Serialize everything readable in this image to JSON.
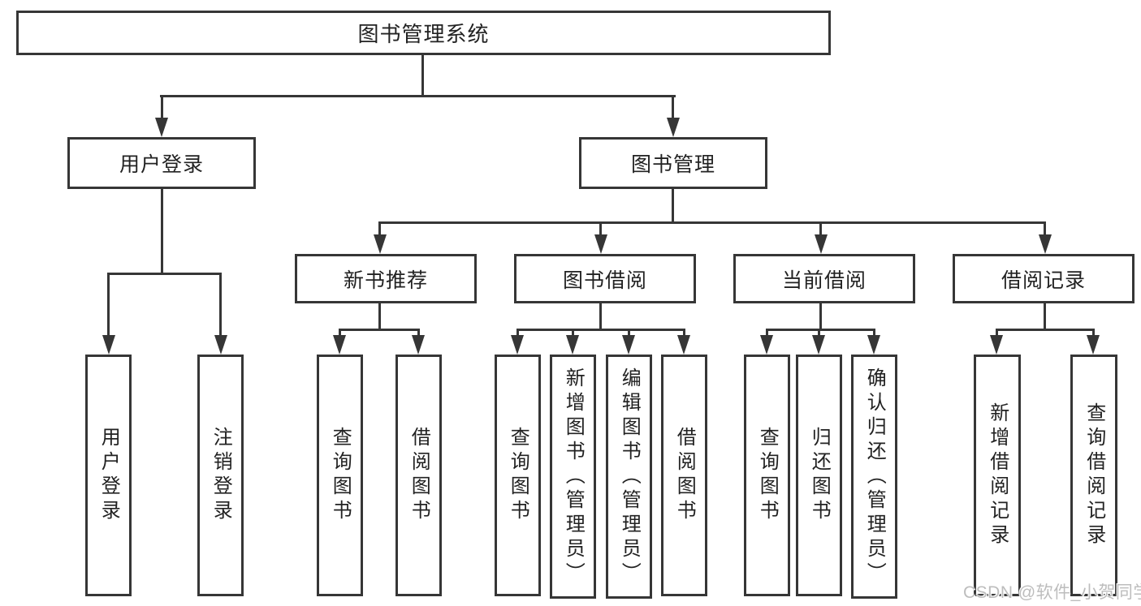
{
  "tree": {
    "label": "图书管理系统",
    "children": [
      {
        "label": "用户登录",
        "children": [
          {
            "label": "用户登录"
          },
          {
            "label": "注销登录"
          }
        ]
      },
      {
        "label": "图书管理",
        "children": [
          {
            "label": "新书推荐",
            "children": [
              {
                "label": "查询图书"
              },
              {
                "label": "借阅图书"
              }
            ]
          },
          {
            "label": "图书借阅",
            "children": [
              {
                "label": "查询图书"
              },
              {
                "label": "新增图书（管理员）"
              },
              {
                "label": "编辑图书（管理员）"
              },
              {
                "label": "借阅图书"
              }
            ]
          },
          {
            "label": "当前借阅",
            "children": [
              {
                "label": "查询图书"
              },
              {
                "label": "归还图书"
              },
              {
                "label": "确认归还（管理员）"
              }
            ]
          },
          {
            "label": "借阅记录",
            "children": [
              {
                "label": "新增借阅记录"
              },
              {
                "label": "查询借阅记录"
              }
            ]
          }
        ]
      }
    ]
  },
  "watermark": "CSDN @软件_小贺同学",
  "colors": {
    "line": "#363636",
    "text": "#222222",
    "watermark": "#bdbdbd",
    "background": "#ffffff"
  }
}
